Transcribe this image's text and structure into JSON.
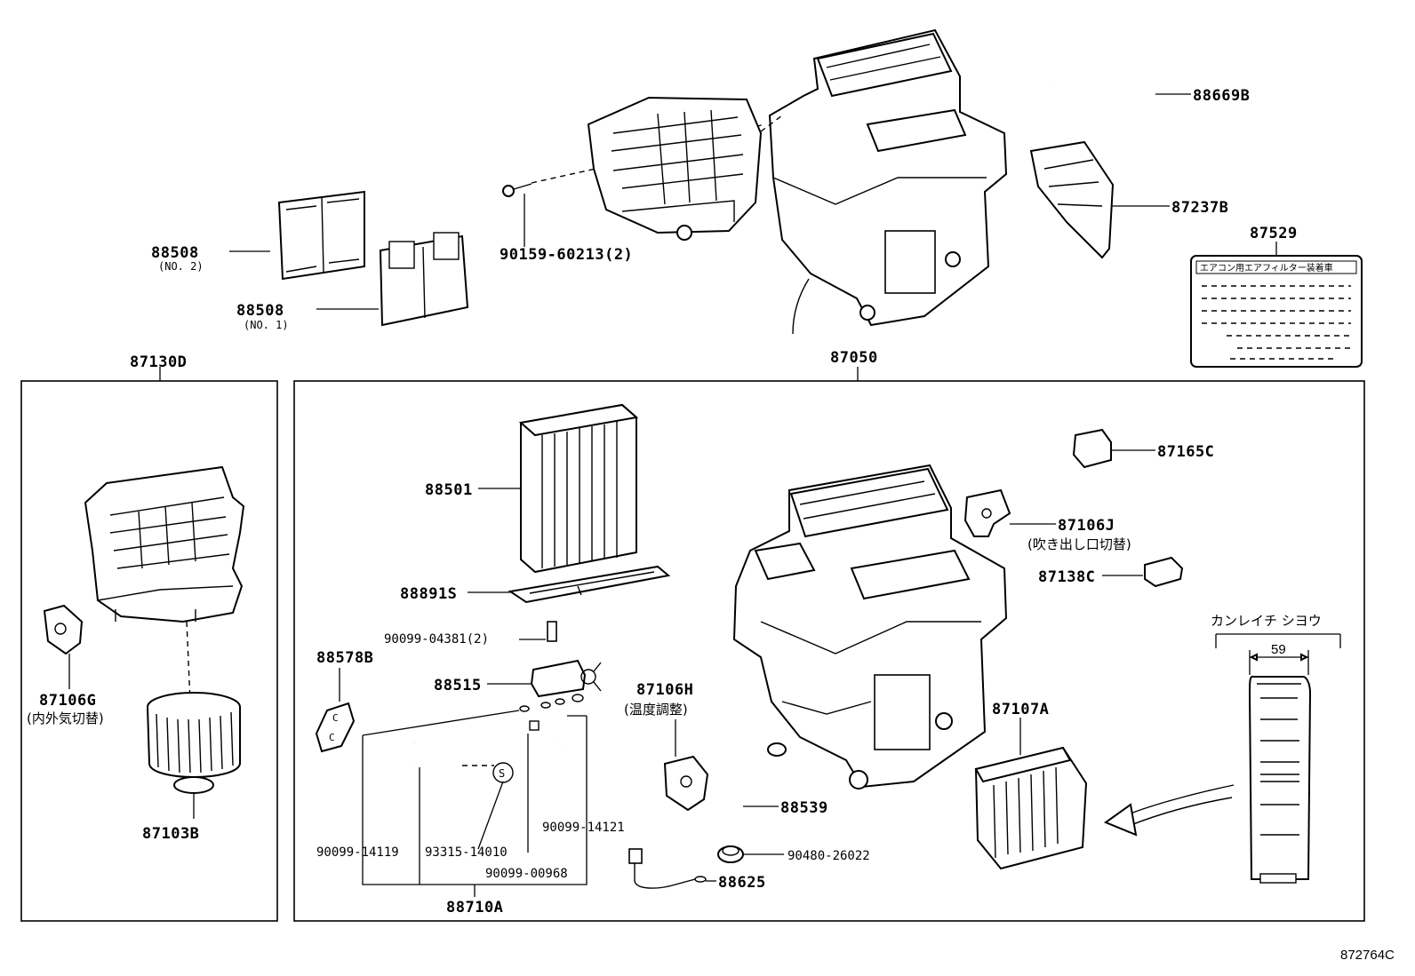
{
  "labels": {
    "p88669B": "88669B",
    "p87237B": "87237B",
    "p87529": "87529",
    "p88508a": "88508",
    "p88508a_sub": "(NO. 2)",
    "p88508b": "88508",
    "p88508b_sub": "(NO. 1)",
    "p90159": "90159-60213(2)",
    "p87130D": "87130D",
    "p87050": "87050",
    "p88501": "88501",
    "p88891S": "88891S",
    "p90099_04381": "90099-04381(2)",
    "p88578B": "88578B",
    "p88515": "88515",
    "p87106H": "87106H",
    "p87106H_sub": "(温度調整)",
    "p87106J": "87106J",
    "p87106J_sub": "(吹き出し口切替)",
    "p87165C": "87165C",
    "p87138C": "87138C",
    "p87107A": "87107A",
    "p87106G": "87106G",
    "p87106G_sub": "(内外気切替)",
    "p87103B": "87103B",
    "p88539": "88539",
    "p90099_14121": "90099-14121",
    "p90099_14119": "90099-14119",
    "p93315": "93315-14010",
    "p90099_00968": "90099-00968",
    "p88710A": "88710A",
    "p88625": "88625",
    "p90480": "90480-26022",
    "kanreichi": "カンレイチ シヨウ",
    "dim59": "59",
    "label_87529_header": "エアコン用エアフィルター装着車",
    "ref_code": "872764C"
  }
}
